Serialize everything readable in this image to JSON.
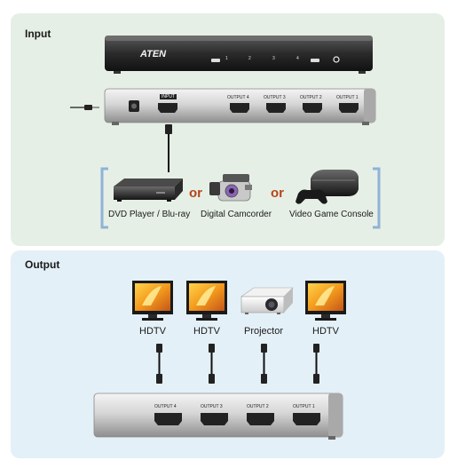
{
  "input_section": {
    "title": "Input"
  },
  "output_section": {
    "title": "Output"
  },
  "switch_front": {
    "brand": "ATEN",
    "port_numbers": [
      "1",
      "2",
      "3",
      "4"
    ]
  },
  "switch_rear": {
    "input_label": "INPUT",
    "output_labels": [
      "OUTPUT 4",
      "OUTPUT 3",
      "OUTPUT 2",
      "OUTPUT 1"
    ]
  },
  "sources": [
    {
      "label": "DVD Player / Blu-ray",
      "icon": "dvd-player-icon"
    },
    {
      "label": "Digital Camcorder",
      "icon": "camcorder-icon"
    },
    {
      "label": "Video Game Console",
      "icon": "game-console-icon"
    }
  ],
  "or_text": "or",
  "displays": [
    {
      "label": "HDTV",
      "icon": "hdtv-icon"
    },
    {
      "label": "HDTV",
      "icon": "hdtv-icon"
    },
    {
      "label": "Projector",
      "icon": "projector-icon"
    },
    {
      "label": "HDTV",
      "icon": "hdtv-icon"
    }
  ],
  "output_switch": {
    "output_labels": [
      "OUTPUT 4",
      "OUTPUT 3",
      "OUTPUT 2",
      "OUTPUT 1"
    ]
  },
  "colors": {
    "input_bg": "#e6efe6",
    "output_bg": "#e4f0f7",
    "bracket": "#8fb2d6",
    "or_accent": "#b5451b"
  }
}
